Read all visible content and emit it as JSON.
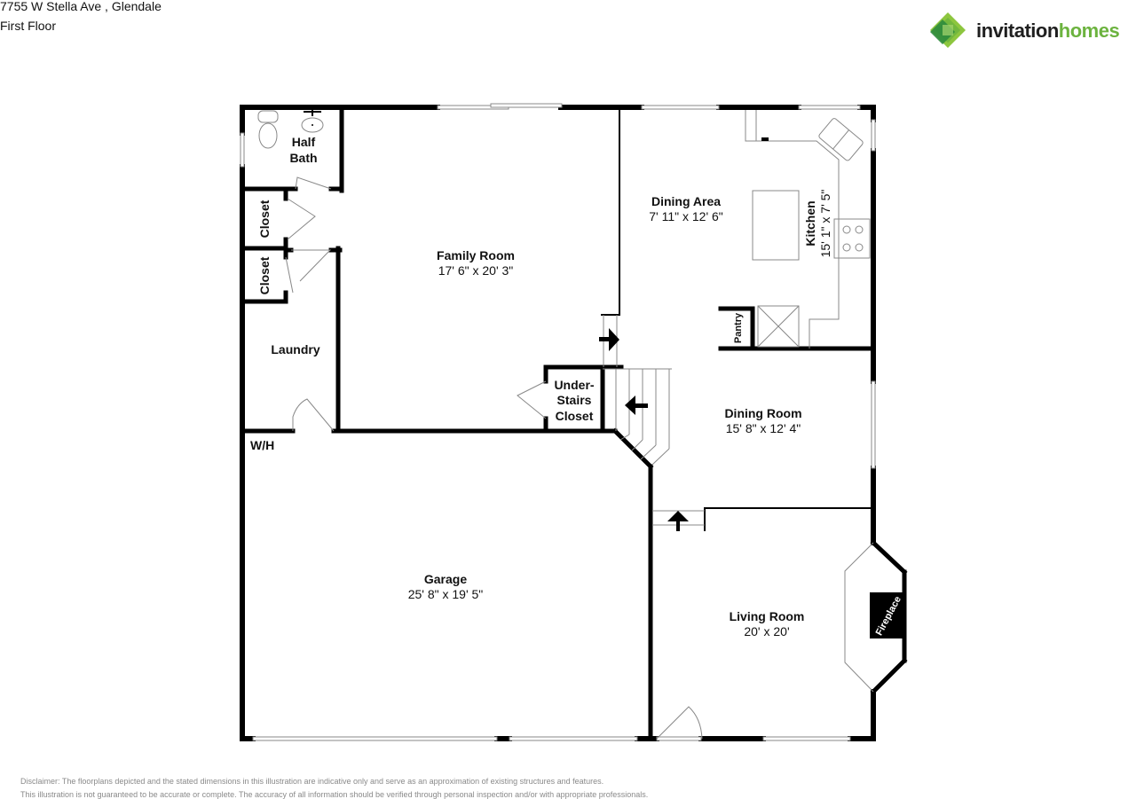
{
  "header": {
    "address": "7755 W Stella Ave , Glendale",
    "floor": "First Floor"
  },
  "logo": {
    "word1": "invitation",
    "word2": "homes",
    "colors": {
      "dark_green": "#2e8b3d",
      "light_green": "#8dc63f",
      "text_dark": "#1f1f1f",
      "text_green": "#6cb33f"
    }
  },
  "rooms": {
    "half_bath": {
      "name_line1": "Half",
      "name_line2": "Bath"
    },
    "closet_1": {
      "name": "Closet"
    },
    "closet_2": {
      "name": "Closet"
    },
    "laundry": {
      "name": "Laundry"
    },
    "wh": {
      "name": "W/H"
    },
    "family_room": {
      "name": "Family Room",
      "dims": "17' 6\" x 20' 3\""
    },
    "dining_area": {
      "name": "Dining Area",
      "dims": "7' 11\" x 12' 6\""
    },
    "kitchen": {
      "name": "Kitchen",
      "dims": "15' 1\" x 7' 5\""
    },
    "pantry": {
      "name": "Pantry"
    },
    "under_stairs_closet": {
      "line1": "Under-",
      "line2": "Stairs",
      "line3": "Closet"
    },
    "dining_room": {
      "name": "Dining Room",
      "dims": "15' 8\" x 12' 4\""
    },
    "garage": {
      "name": "Garage",
      "dims": "25' 8\" x 19' 5\""
    },
    "living_room": {
      "name": "Living Room",
      "dims": "20' x 20'"
    },
    "fireplace": {
      "name": "Fireplace"
    }
  },
  "disclaimer": {
    "line1": "Disclaimer: The floorplans depicted and the stated dimensions in this illustration are indicative only and serve as an approximation of existing structures and features.",
    "line2": "This illustration is not guaranteed to be accurate or complete. The accuracy of all information should be verified through personal inspection and/or with appropriate professionals."
  }
}
